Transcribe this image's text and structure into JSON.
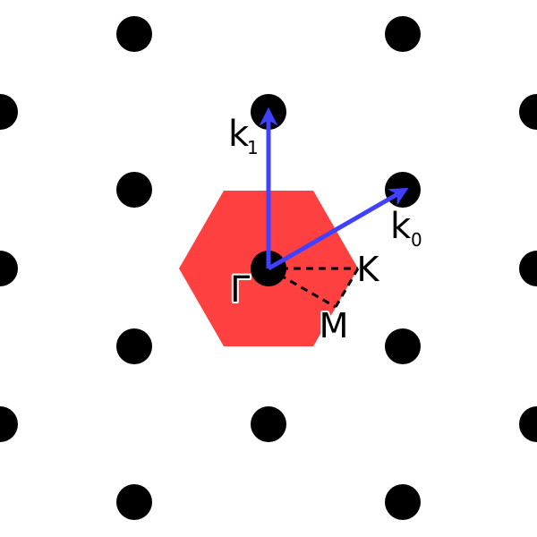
{
  "diagram": {
    "labels": {
      "gamma": "Γ",
      "k_point": "K",
      "m_point": "M",
      "k0_base": "k",
      "k0_sub": "0",
      "k1_base": "k",
      "k1_sub": "1"
    },
    "colors": {
      "background": "#ffffff",
      "lattice_point": "#000000",
      "brillouin_zone": "#ff4040",
      "vector": "#4040ff",
      "path": "#000000"
    },
    "icons": {
      "vector_head": "arrowhead-icon"
    }
  }
}
